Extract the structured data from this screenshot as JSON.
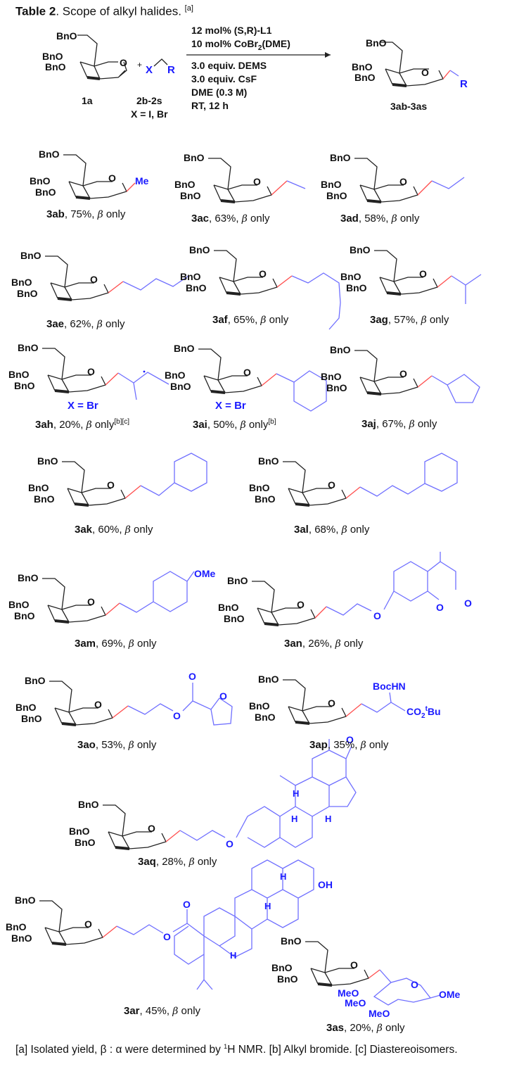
{
  "header": {
    "title_bold": "Table 2",
    "title_rest": ". Scope of alkyl halides.",
    "title_note": "[a]"
  },
  "scheme": {
    "substrate_label": "1a",
    "reagent_label": "2b-2s",
    "reagent_x": "X = I, Br",
    "product_label": "3ab-3as",
    "reagent_atoms": {
      "x": "X",
      "r": "R"
    },
    "conditions_above": [
      "12 mol% (S,R)-L1",
      "10 mol% CoBr2(DME)"
    ],
    "conditions_below": [
      "3.0 equiv. DEMS",
      "3.0 equiv. CsF",
      "DME (0.3 M)",
      "RT, 12 h"
    ],
    "plus": "+"
  },
  "labels": {
    "bno": "BnO",
    "o": "O"
  },
  "products": [
    {
      "id": "3ab",
      "yield": "75%",
      "selectivity": "only",
      "note": "",
      "group": "Me"
    },
    {
      "id": "3ac",
      "yield": "63%",
      "selectivity": "only",
      "note": "",
      "group": "ethyl"
    },
    {
      "id": "3ad",
      "yield": "58%",
      "selectivity": "only",
      "note": "",
      "group": "propyl"
    },
    {
      "id": "3ae",
      "yield": "62%",
      "selectivity": "only",
      "note": "",
      "group": "pentyl"
    },
    {
      "id": "3af",
      "yield": "65%",
      "selectivity": "only",
      "note": "",
      "group": "heptyl"
    },
    {
      "id": "3ag",
      "yield": "57%",
      "selectivity": "only",
      "note": "",
      "group": "isobutyl"
    },
    {
      "id": "3ah",
      "yield": "20%",
      "selectivity": "only",
      "note": "[b][c]",
      "group": "2-methylbutyl",
      "x_label": "X = Br"
    },
    {
      "id": "3ai",
      "yield": "50%",
      "selectivity": "only",
      "note": "[b]",
      "group": "cyclohexylmethyl",
      "x_label": "X = Br"
    },
    {
      "id": "3aj",
      "yield": "67%",
      "selectivity": "only",
      "note": "",
      "group": "cyclopentylmethyl"
    },
    {
      "id": "3ak",
      "yield": "60%",
      "selectivity": "only",
      "note": "",
      "group": "phenethyl"
    },
    {
      "id": "3al",
      "yield": "68%",
      "selectivity": "only",
      "note": "",
      "group": "phenylbutyl"
    },
    {
      "id": "3am",
      "yield": "69%",
      "selectivity": "only",
      "note": "",
      "group": "4-methoxyphenethyl",
      "atom": "OMe"
    },
    {
      "id": "3an",
      "yield": "26%",
      "selectivity": "only",
      "note": "",
      "group": "coumarin ether",
      "atoms": [
        "O",
        "O",
        "O"
      ]
    },
    {
      "id": "3ao",
      "yield": "53%",
      "selectivity": "only",
      "note": "",
      "group": "furoate ester",
      "atoms": [
        "O",
        "O",
        "O"
      ]
    },
    {
      "id": "3ap",
      "yield": "35%",
      "selectivity": "only",
      "note": "",
      "group": "amino ester",
      "atoms": [
        "BocHN",
        "CO2tBu"
      ]
    },
    {
      "id": "3aq",
      "yield": "28%",
      "selectivity": "only",
      "note": "",
      "group": "estrone ether",
      "atoms": [
        "O",
        "O",
        "H",
        "H",
        "H"
      ]
    },
    {
      "id": "3ar",
      "yield": "45%",
      "selectivity": "only",
      "note": "",
      "group": "oleanolic ester",
      "atoms": [
        "O",
        "O",
        "OH",
        "H",
        "H",
        "H"
      ]
    },
    {
      "id": "3as",
      "yield": "20%",
      "selectivity": "only",
      "note": "",
      "group": "glucoside",
      "atoms": [
        "MeO",
        "MeO",
        "MeO",
        "OMe",
        "O"
      ]
    }
  ],
  "beta": "β",
  "footnote": {
    "a": "[a] Isolated yield, β : α were determined by ",
    "nmr_sup": "1",
    "a_rest": "H NMR. [b] Alkyl bromide. [c] Diastereoisomers."
  },
  "colors": {
    "text": "#111111",
    "new_bond": "#ff4d4d",
    "substituent": "#6f6fff",
    "atom_blue": "#1a1aff"
  }
}
